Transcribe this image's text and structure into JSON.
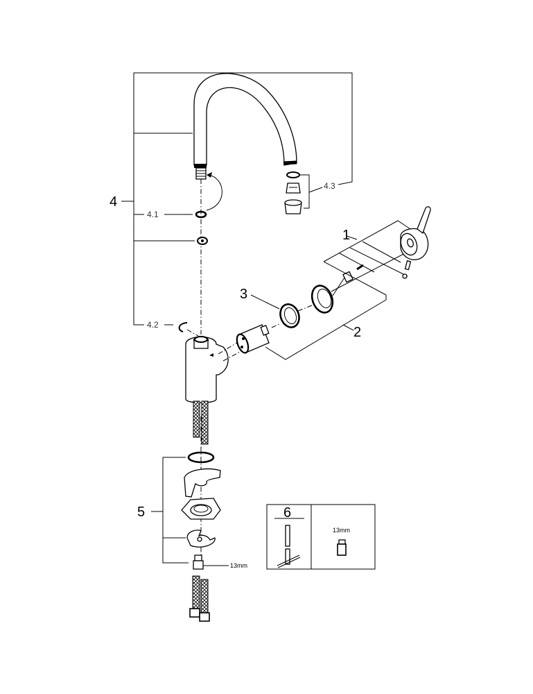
{
  "diagram": {
    "type": "exploded-parts-diagram",
    "subject": "single-lever kitchen faucet",
    "labels": {
      "part_1": "1",
      "part_2": "2",
      "part_3": "3",
      "part_4": "4",
      "part_4_1": "4.1",
      "part_4_2": "4.2",
      "part_4_3": "4.3",
      "part_5": "5",
      "part_6": "6",
      "wrench_size_main": "13mm",
      "wrench_size_box": "13mm"
    },
    "colors": {
      "line": "#000000",
      "background": "#ffffff"
    }
  }
}
